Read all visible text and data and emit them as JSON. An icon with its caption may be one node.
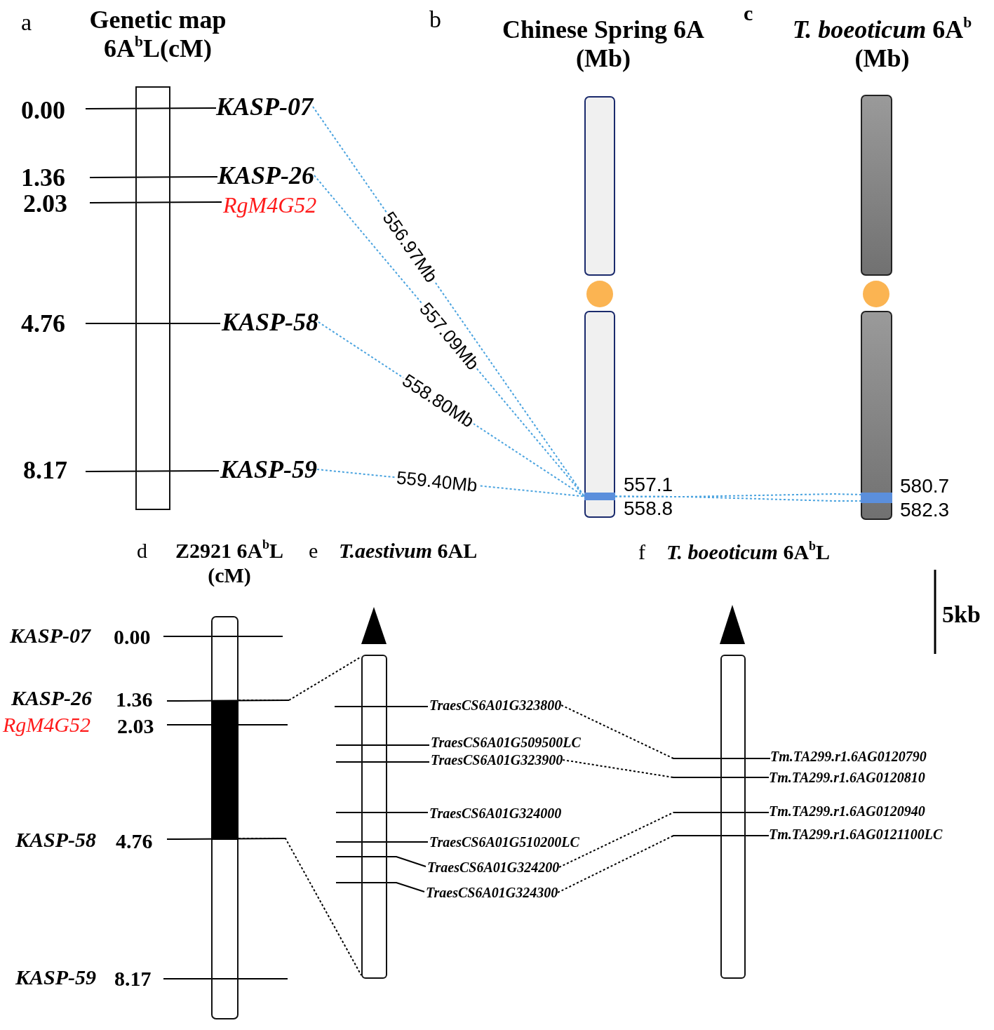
{
  "diagram": {
    "nodes": [
      {
        "text": [],
        "shape": "bar"
      },
      {
        "text": [
          "KASP-07"
        ]
      },
      {
        "text": [
          "KASP-26"
        ]
      },
      {
        "text": [
          "RgM4G52"
        ]
      },
      {
        "text": [
          "KASP-58"
        ]
      },
      {
        "text": [
          "KASP-59"
        ]
      },
      {
        "text": [],
        "shape": "bar"
      },
      {
        "text": [],
        "shape": "circle"
      },
      {
        "text": [],
        "shape": "bar"
      },
      {
        "text": [],
        "shape": "bar",
        "in": 8
      },
      {
        "text": [],
        "shape": "bar"
      },
      {
        "text": [],
        "shape": "circle"
      },
      {
        "text": [],
        "shape": "bar"
      },
      {
        "text": [],
        "shape": "bar",
        "in": 12
      },
      {
        "text": [],
        "shape": "bar"
      },
      {
        "text": [],
        "shape": "bar",
        "in": 14
      },
      {
        "text": [
          "KASP-07"
        ]
      },
      {
        "text": [
          "KASP-26"
        ]
      },
      {
        "text": [
          "RgM4G52"
        ]
      },
      {
        "text": [
          "KASP-58"
        ]
      },
      {
        "text": [
          "KASP-59"
        ]
      },
      {
        "text": [],
        "shape": "bar"
      },
      {
        "text": [
          "TraesCS6A01G323800"
        ]
      },
      {
        "text": [
          "TraesCS6A01G509500LC"
        ]
      },
      {
        "text": [
          "TraesCS6A01G323900"
        ]
      },
      {
        "text": [
          "TraesCS6A01G324000"
        ]
      },
      {
        "text": [
          "TraesCS6A01G510200LC"
        ]
      },
      {
        "text": [
          "TraesCS6A01G324200"
        ]
      },
      {
        "text": [
          "TraesCS6A01G324300"
        ]
      },
      {
        "text": [],
        "shape": "bar"
      },
      {
        "text": [
          "Tm.TA299.r1.6AG0120790"
        ]
      },
      {
        "text": [
          "Tm.TA299.r1.6AG0120810"
        ]
      },
      {
        "text": [
          "Tm.TA299.r1.6AG0120940"
        ]
      },
      {
        "text": [
          "Tm.TA299.r1.6AG0121100LC"
        ]
      }
    ],
    "edges": [
      {
        "from": 1,
        "to": 9,
        "arrow": "none",
        "label": "556.97Mb",
        "style": "dashed",
        "color": "#4aa3df"
      },
      {
        "from": 2,
        "to": 9,
        "arrow": "none",
        "label": "557.09Mb",
        "style": "dashed",
        "color": "#4aa3df"
      },
      {
        "from": 4,
        "to": 9,
        "arrow": "none",
        "label": "558.80Mb",
        "style": "dashed",
        "color": "#4aa3df"
      },
      {
        "from": 5,
        "to": 9,
        "arrow": "none",
        "label": "559.40Mb",
        "style": "dashed",
        "color": "#4aa3df"
      },
      {
        "from": 9,
        "to": 13,
        "arrow": "none",
        "style": "dashed",
        "color": "#4aa3df"
      },
      {
        "from": 9,
        "to": 13,
        "arrow": "none",
        "style": "dashed",
        "color": "#4aa3df"
      },
      {
        "from": 14,
        "to": 21,
        "arrow": "none",
        "style": "dashed",
        "color": "#000000"
      },
      {
        "from": 14,
        "to": 21,
        "arrow": "none",
        "style": "dashed",
        "color": "#000000"
      },
      {
        "from": 22,
        "to": 29,
        "arrow": "none",
        "style": "dashed",
        "color": "#000000"
      },
      {
        "from": 24,
        "to": 29,
        "arrow": "none",
        "style": "dashed",
        "color": "#000000"
      },
      {
        "from": 27,
        "to": 29,
        "arrow": "none",
        "style": "dashed",
        "color": "#000000"
      },
      {
        "from": 28,
        "to": 29,
        "arrow": "none",
        "style": "dashed",
        "color": "#000000"
      },
      {
        "from": 30,
        "to": 29,
        "arrow": "none"
      },
      {
        "from": 31,
        "to": 29,
        "arrow": "none"
      },
      {
        "from": 32,
        "to": 29,
        "arrow": "none"
      },
      {
        "from": 33,
        "to": 29,
        "arrow": "none"
      }
    ],
    "labels": [
      "a",
      "Genetic map 6A$^{b}$L(cM)",
      "b",
      "Chinese Spring 6A (Mb)",
      "c",
      "*T. boeoticum* 6A$^{b}$ (Mb)",
      "0.00",
      "1.36",
      "2.03",
      "4.76",
      "8.17",
      "557.1",
      "558.8",
      "580.7",
      "582.3",
      "d",
      "Z2921 6A$^{b}$L (cM)",
      "e",
      "*T.aestivum* 6AL",
      "f",
      "*T. boeoticum* 6A$^{b}$L",
      "0.00",
      "1.36",
      "2.03",
      "4.76",
      "8.17",
      "5kb"
    ]
  }
}
